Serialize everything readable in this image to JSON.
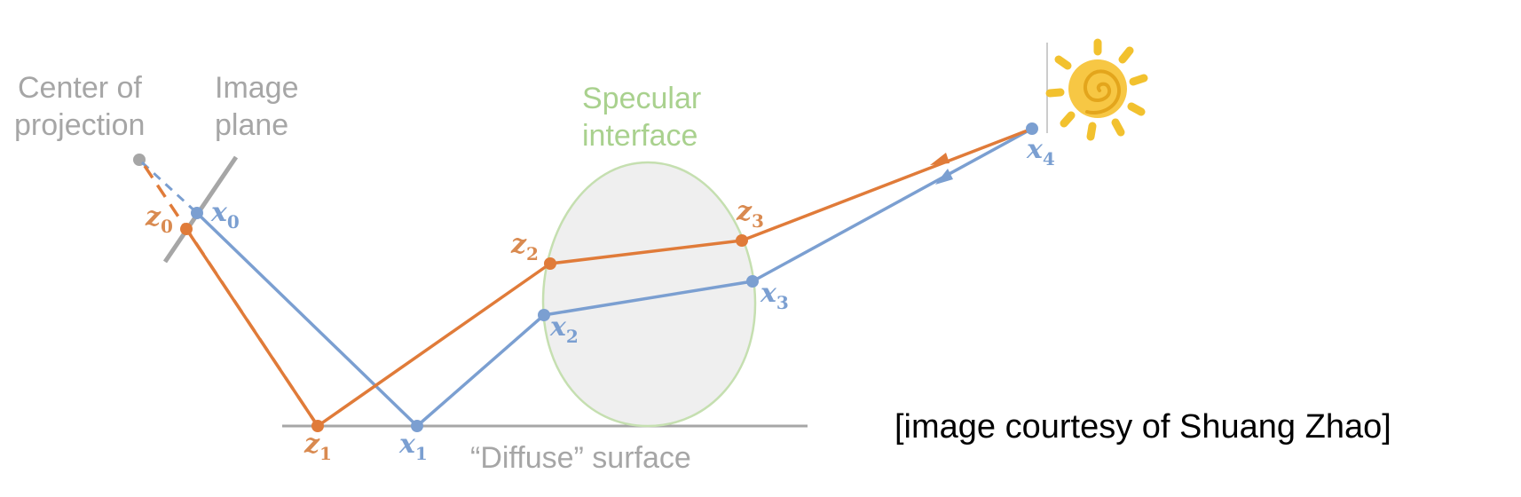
{
  "labels": {
    "center_of_projection": [
      "Center of",
      "projection"
    ],
    "image_plane": [
      "Image",
      "plane"
    ],
    "specular_interface": [
      "Specular",
      "interface"
    ],
    "diffuse_surface": "“Diffuse” surface",
    "caption": "[image courtesy of Shuang Zhao]"
  },
  "points": {
    "x": [
      "x",
      "0",
      "1",
      "2",
      "3",
      "4"
    ],
    "z": [
      "z",
      "0",
      "1",
      "2",
      "3"
    ]
  },
  "colors": {
    "blue_path": "#7b9fd1",
    "orange_path": "#e07b39",
    "gray": "#a6a6a6",
    "specular_fill": "#efefef",
    "specular_stroke": "#c5dfb0",
    "sun": "#f2c12e"
  },
  "icons": [
    "sun-icon"
  ]
}
